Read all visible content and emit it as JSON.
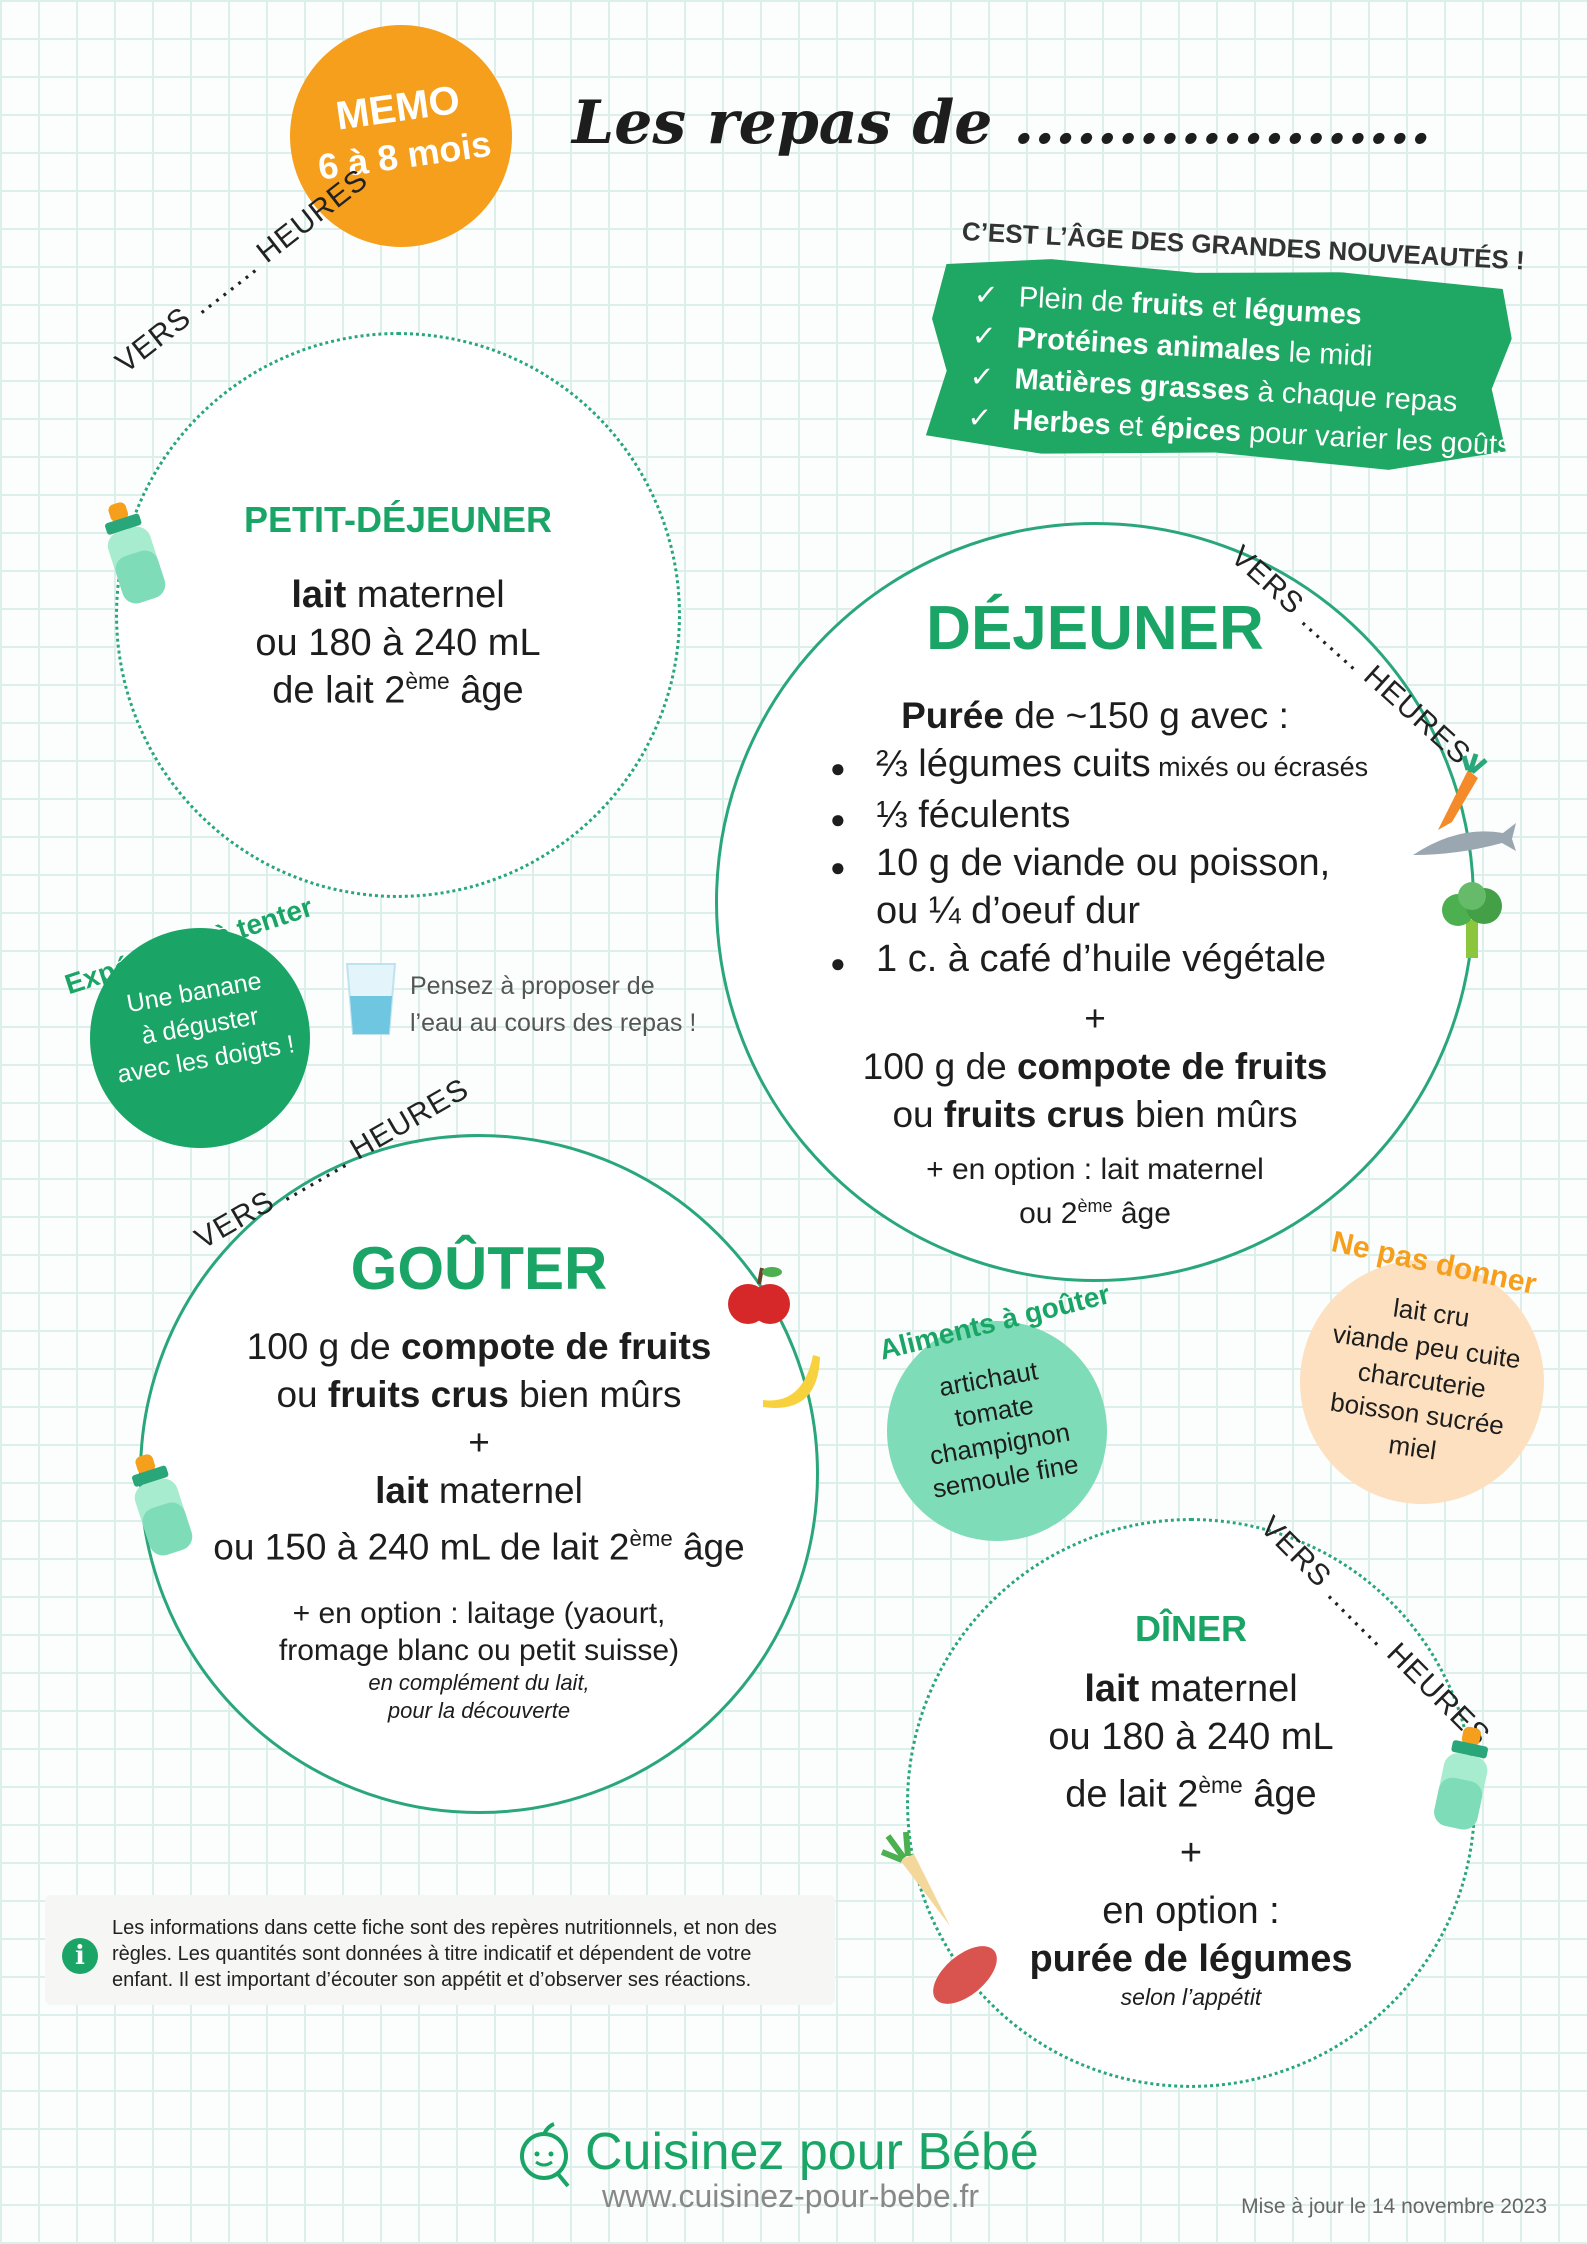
{
  "memo": {
    "line1": "MEMO",
    "line2": "6 à 8 mois",
    "color": "#f59f1c"
  },
  "title": "Les repas de ....................",
  "news": {
    "heading": "C’EST L’ÂGE DES GRANDES NOUVEAUTÉS !",
    "check": "✓",
    "items": [
      [
        {
          "t": "Plein de "
        },
        {
          "t": "fruits",
          "b": true
        },
        {
          "t": " et "
        },
        {
          "t": "légumes",
          "b": true
        }
      ],
      [
        {
          "t": "Protéines animales",
          "b": true
        },
        {
          "t": " le midi"
        }
      ],
      [
        {
          "t": "Matières grasses",
          "b": true
        },
        {
          "t": " à chaque repas"
        }
      ],
      [
        {
          "t": "Herbes",
          "b": true
        },
        {
          "t": " et "
        },
        {
          "t": "épices",
          "b": true
        },
        {
          "t": " pour varier les goûts"
        }
      ]
    ]
  },
  "arc": {
    "vers": "VERS",
    "dots": "........",
    "heures": "HEURES"
  },
  "breakfast": {
    "title": "PETIT-DÉJEUNER",
    "l1b": "lait",
    "l1": " maternel",
    "l2": "ou 180 à 240 mL",
    "l3": "de lait 2",
    "sup": "ème",
    "l3e": " âge"
  },
  "lunch": {
    "title": "DÉJEUNER",
    "intro_b": "Purée",
    "intro": " de ~150 g avec :",
    "items": [
      "⅔ légumes cuits",
      "⅓ féculents",
      "10 g de viande ou poisson,",
      "1 c. à café d’huile végétale"
    ],
    "item1_small": " mixés ou écrasés",
    "item3_cont": "ou ¼ d’oeuf dur",
    "plus": "+",
    "fruit1": "100 g de ",
    "fruit1b": "compote de fruits",
    "fruit2": "ou ",
    "fruit2b": "fruits crus",
    "fruit2e": " bien mûrs",
    "opt1": "+ en option : lait maternel",
    "opt2": "ou 2",
    "sup": "ème",
    "opt2e": " âge"
  },
  "experience": {
    "label": "Expérience à tenter",
    "text": [
      "Une banane",
      "à déguster",
      "avec les doigts !"
    ]
  },
  "water": {
    "line1": "Pensez à proposer de",
    "line2": "l’eau au cours des repas !"
  },
  "snack": {
    "title": "GOÛTER",
    "l1": "100 g de ",
    "l1b": "compote de fruits",
    "l2": "ou ",
    "l2b": "fruits crus",
    "l2e": " bien mûrs",
    "plus": "+",
    "l3b": "lait",
    "l3": " maternel",
    "l4": "ou 150 à 240 mL de lait 2",
    "sup": "ème",
    "l4e": " âge",
    "opt1": "+ en option : laitage (yaourt,",
    "opt2": "fromage blanc ou petit suisse)",
    "note1": "en complément du lait,",
    "note2": "pour la découverte"
  },
  "taste": {
    "label": "Aliments à goûter",
    "items": [
      "artichaut",
      "tomate",
      "champignon",
      "semoule fine"
    ]
  },
  "avoid": {
    "label": "Ne pas donner",
    "items": [
      "lait cru",
      "viande peu cuite",
      "charcuterie",
      "boisson sucrée",
      "miel"
    ]
  },
  "dinner": {
    "title": "DÎNER",
    "l1b": "lait",
    "l1": " maternel",
    "l2": "ou 180 à 240 mL",
    "l3": "de lait 2",
    "sup": "ème",
    "l3e": " âge",
    "plus": "+",
    "opt": "en option :",
    "optb": "purée de légumes",
    "note": "selon l’appétit"
  },
  "info": {
    "icon": "info-icon",
    "text": [
      "Les informations dans cette fiche sont des repères nutritionnels, et non des",
      "règles. Les quantités sont données à titre indicatif et dépendent de votre",
      "enfant. Il est important d’écouter son appétit et d’observer ses réactions."
    ]
  },
  "footer": {
    "brand": "Cuisinez pour Bébé",
    "url": "www.cuisinez-pour-bebe.fr",
    "updated": "Mise à jour le 14 novembre 2023"
  },
  "colors": {
    "green": "#1aa566",
    "orange": "#f59f1c",
    "mint": "#7fdcb8",
    "peach": "#fde0bf"
  }
}
